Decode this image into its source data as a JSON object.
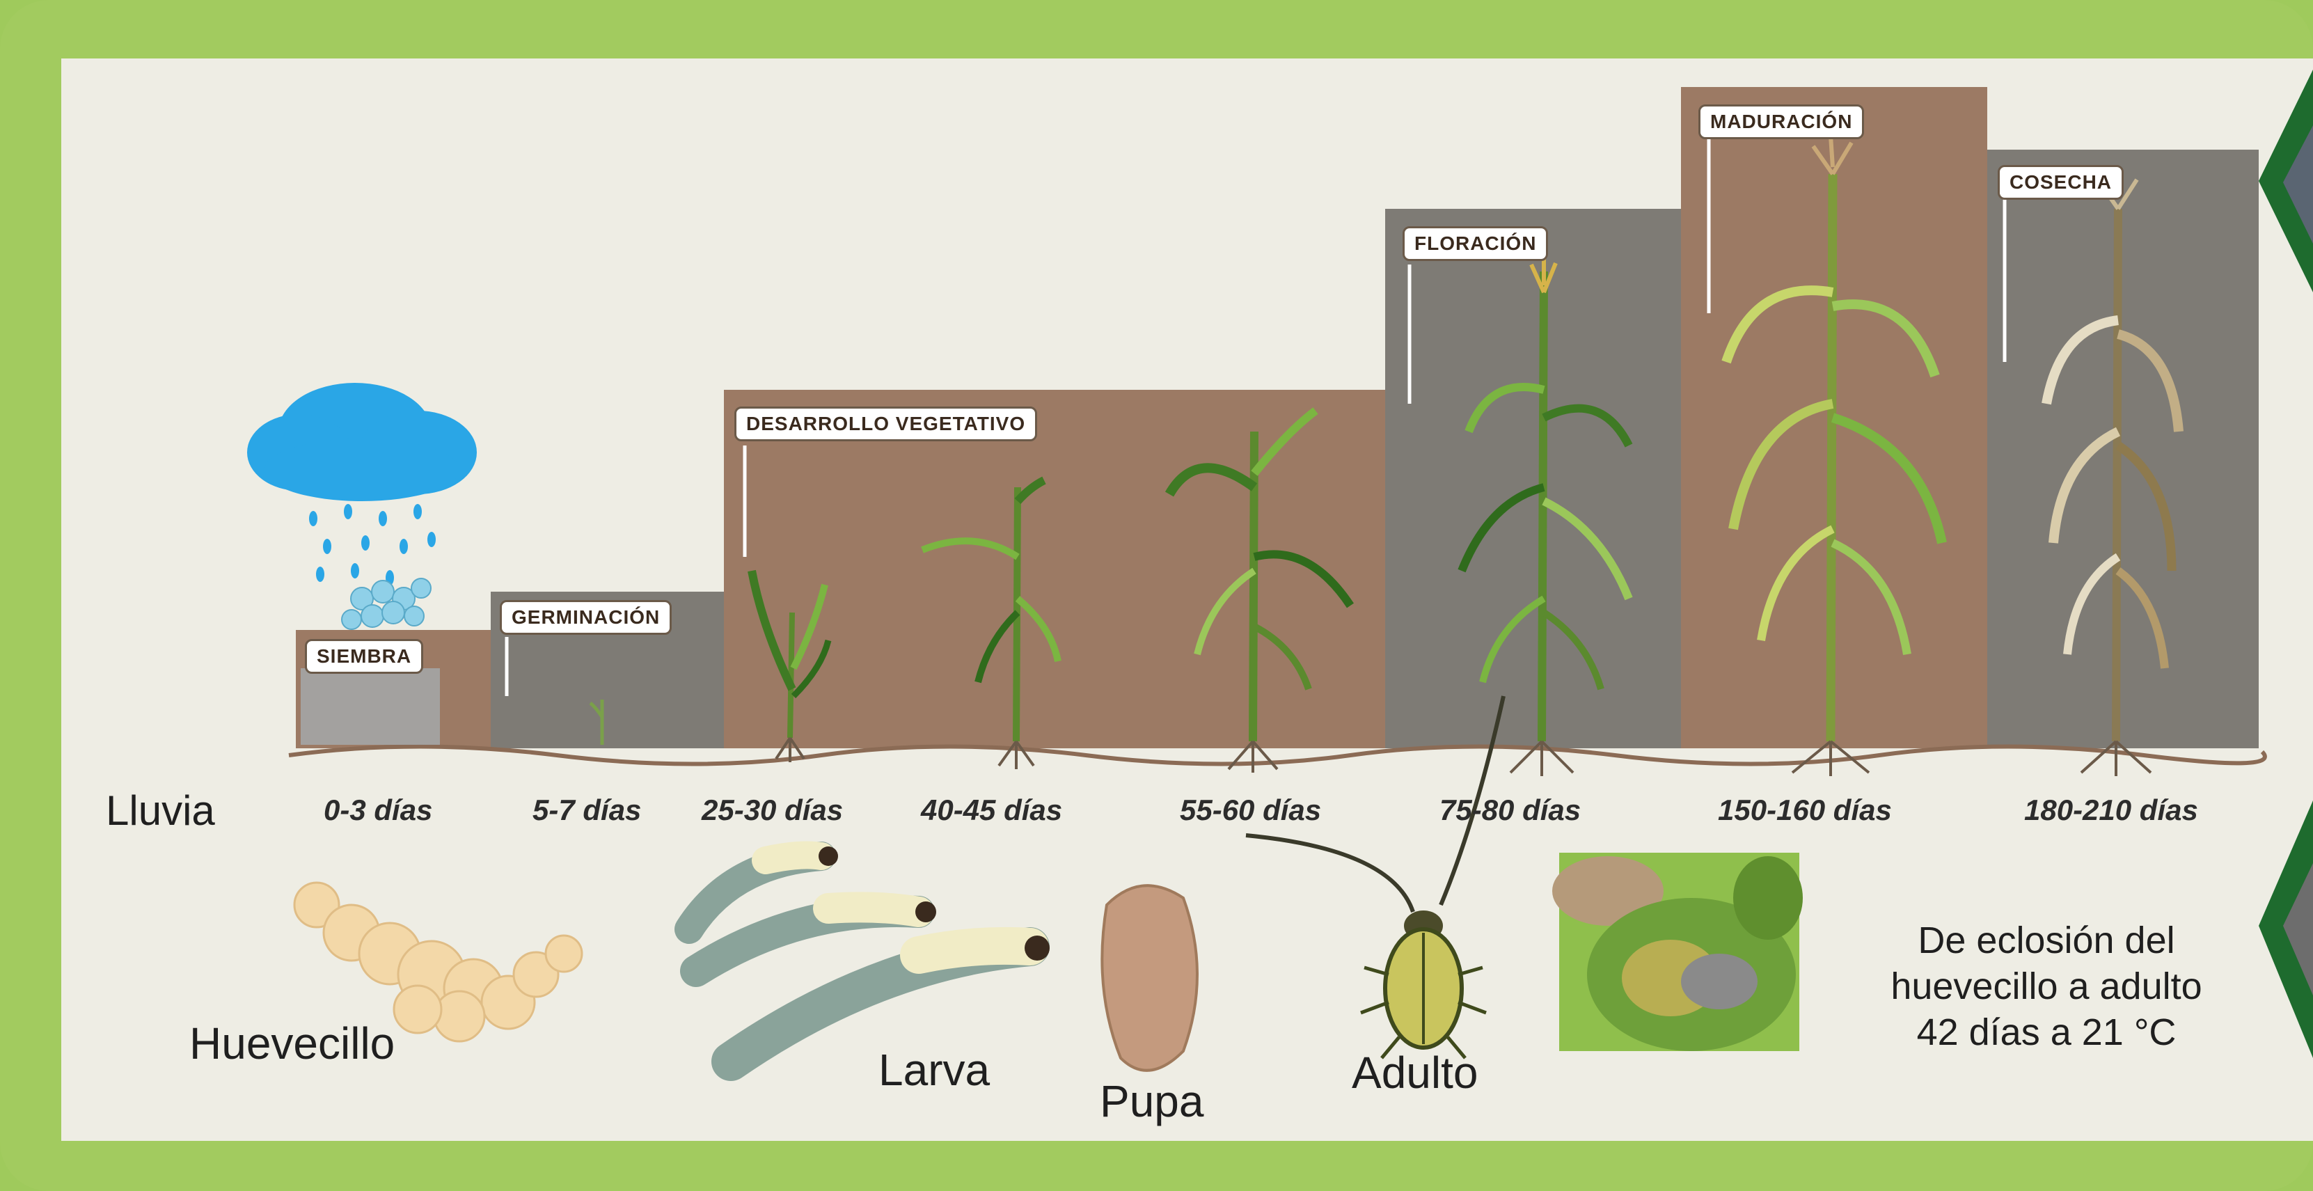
{
  "row_label": "Lluvia",
  "stages": [
    {
      "label": "SIEMBRA",
      "days": "0-3 días"
    },
    {
      "label": "GERMINACIÓN",
      "days": "5-7 días"
    },
    {
      "label": "DESARROLLO VEGETATIVO",
      "days": "25-30 días"
    },
    {
      "label": "",
      "days": "40-45 días"
    },
    {
      "label": "",
      "days": "55-60 días"
    },
    {
      "label": "FLORACIÓN",
      "days": "75-80 días"
    },
    {
      "label": "MADURACIÓN",
      "days": "150-160 días"
    },
    {
      "label": "COSECHA",
      "days": "180-210 días"
    }
  ],
  "insect_stages": {
    "egg": "Huevecillo",
    "larva": "Larva",
    "pupa": "Pupa",
    "adult": "Adulto"
  },
  "note": {
    "line1": "De eclosión del",
    "line2": "huevecillo a adulto",
    "line3": "42 días a 21 °C"
  },
  "colors": {
    "frame": "#a2cb5f",
    "panel": "#eeede4",
    "brown_block": "#9c7a64",
    "grey_block": "#7e7b75",
    "cloud": "#2aa6e6",
    "dark_green_chevron": "#1e6b2e"
  }
}
